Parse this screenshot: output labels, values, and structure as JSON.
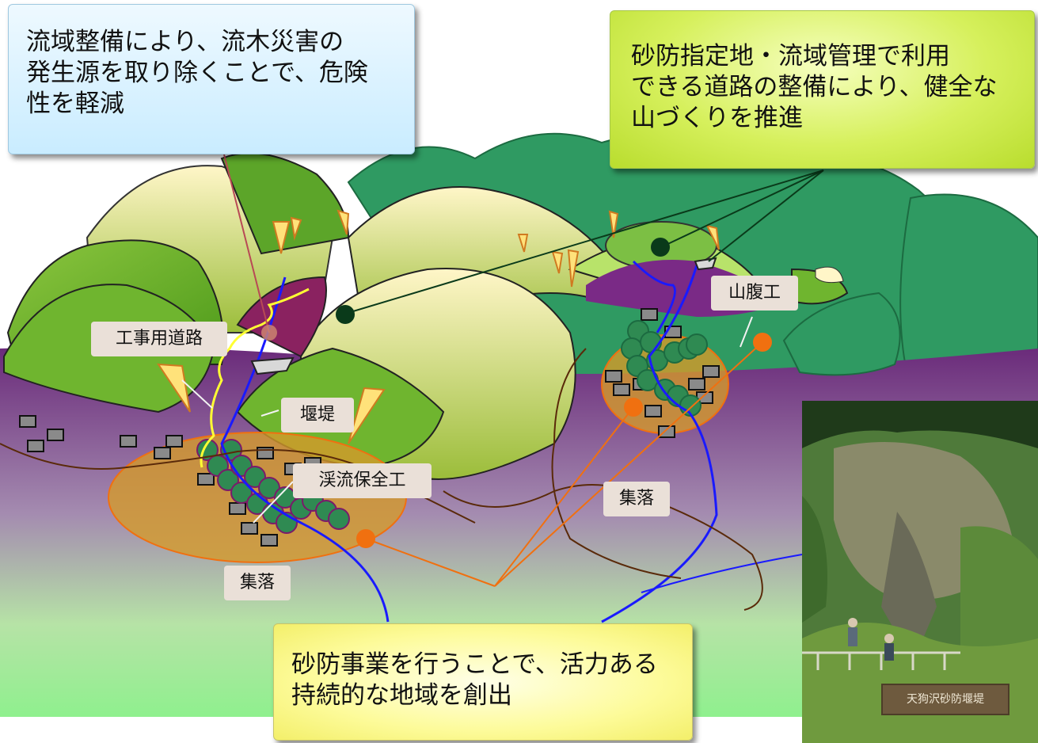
{
  "callouts": {
    "top_left": "流域整備により、流木災害の\n発生源を取り除くことで、危険\n性を軽減",
    "top_right": "砂防指定地・流域管理で利用\nできる道路の整備により、健全な\n山づくりを推進",
    "bottom": "砂防事業を行うことで、活力ある\n持続的な地域を創出"
  },
  "labels": {
    "road": "工事用道路",
    "dam": "堰堤",
    "keiryu": "渓流保全工",
    "sanpuku": "山腹工",
    "village_right": "集落",
    "village_left": "集落"
  },
  "photo": {
    "sign_text": "天狗沢砂防堰堤"
  },
  "colors": {
    "mountain_dark": "#2e8b57",
    "mountain_light": "#7cc242",
    "river": "#1a1aff",
    "road": "#ffff33",
    "village_fill": "#d49a2a",
    "connector_orange": "#f07010",
    "slope_purple": "#7a1a6a"
  }
}
